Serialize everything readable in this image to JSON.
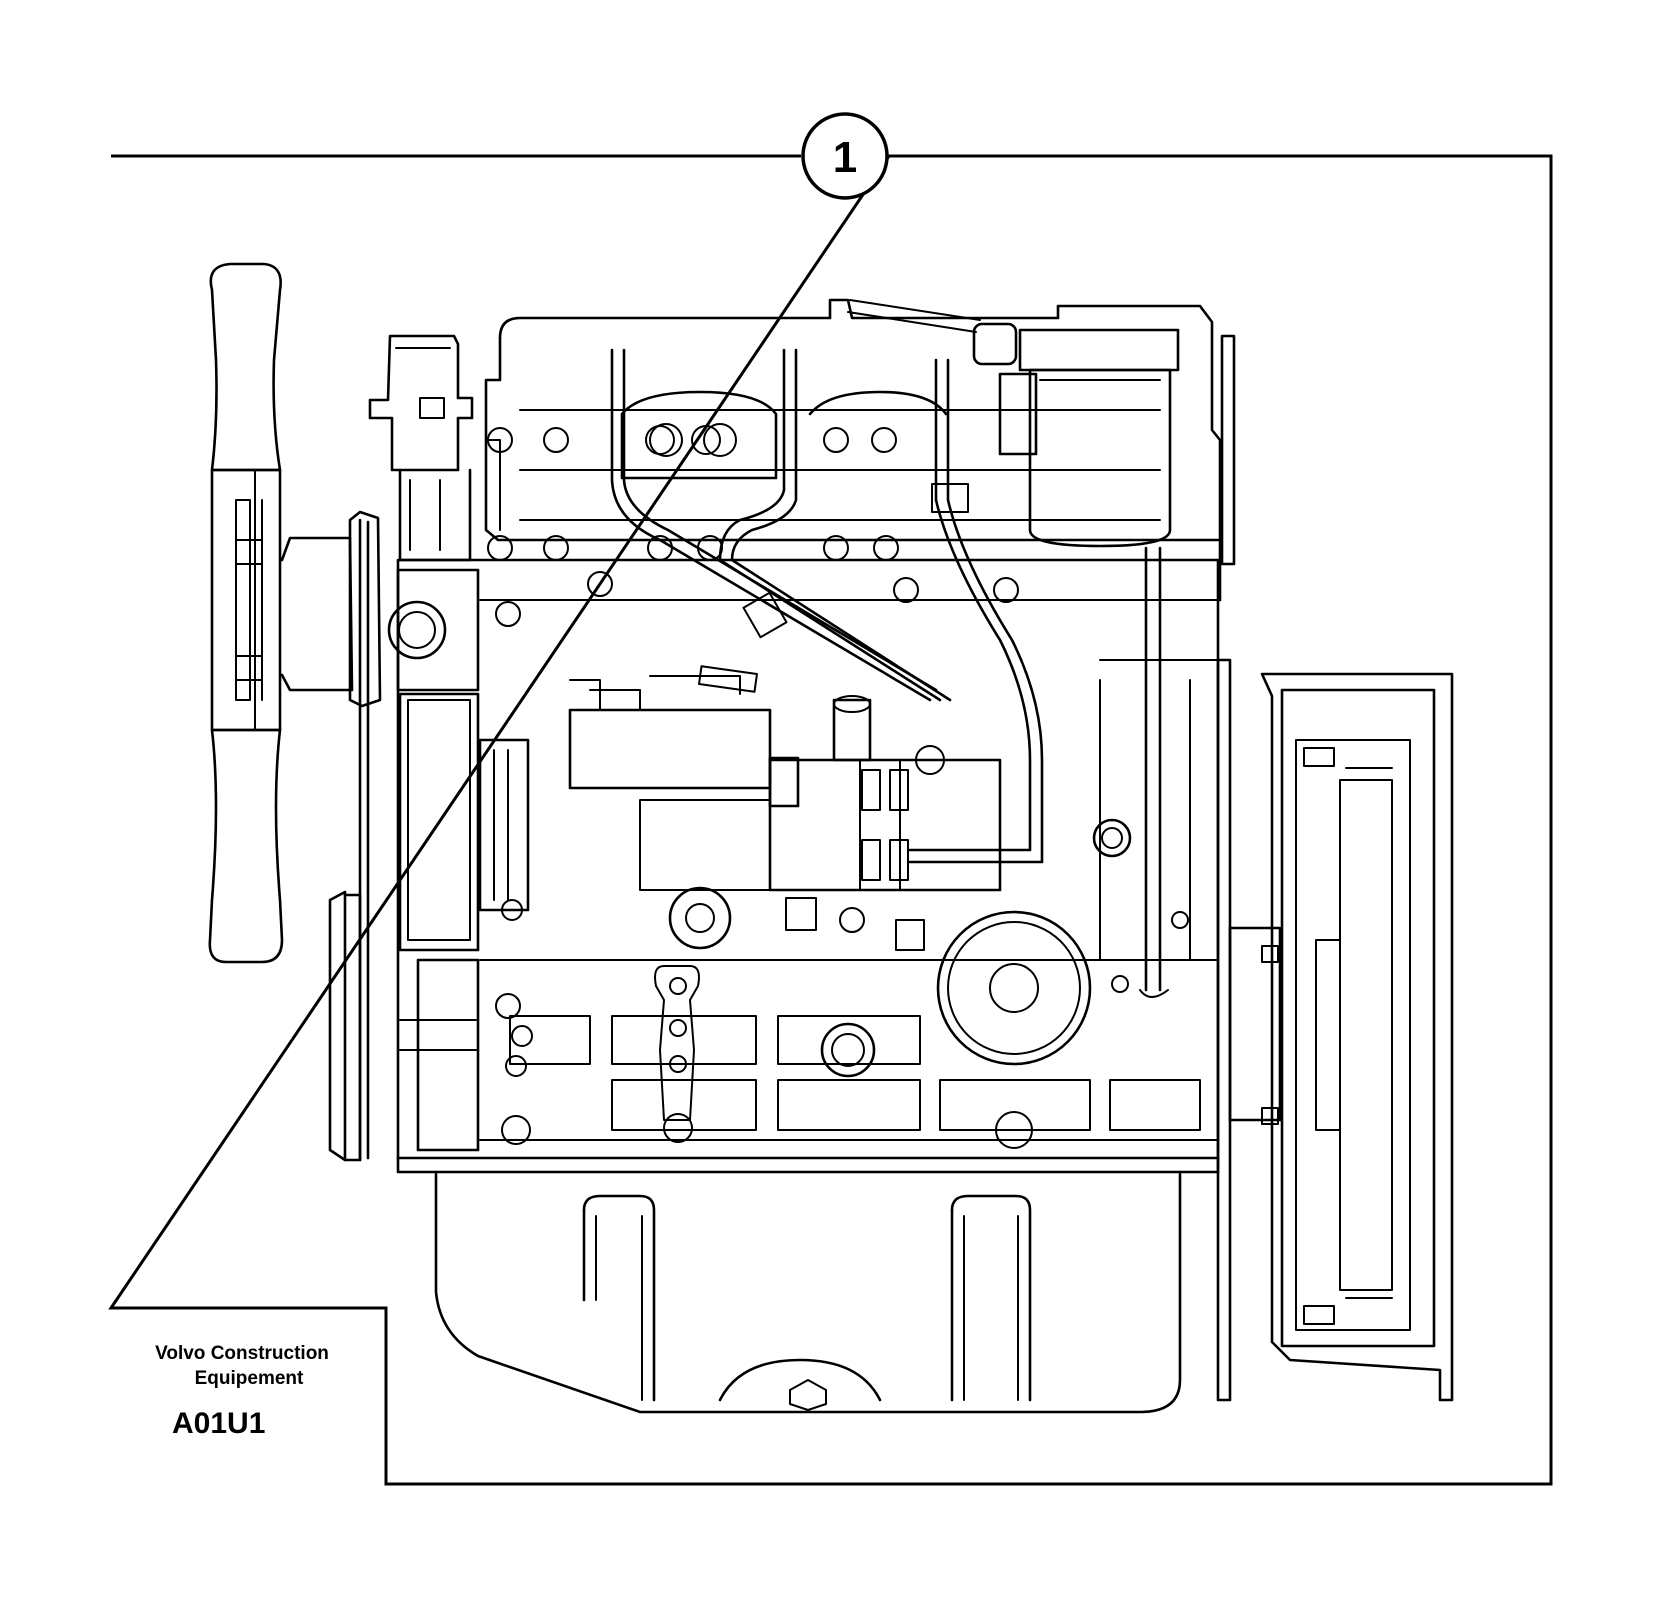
{
  "callout": {
    "number": "1"
  },
  "caption": {
    "line1": "Volvo Construction",
    "line2": "Equipement",
    "code": "A01U1"
  },
  "colors": {
    "line": "#000000",
    "background": "#ffffff"
  }
}
